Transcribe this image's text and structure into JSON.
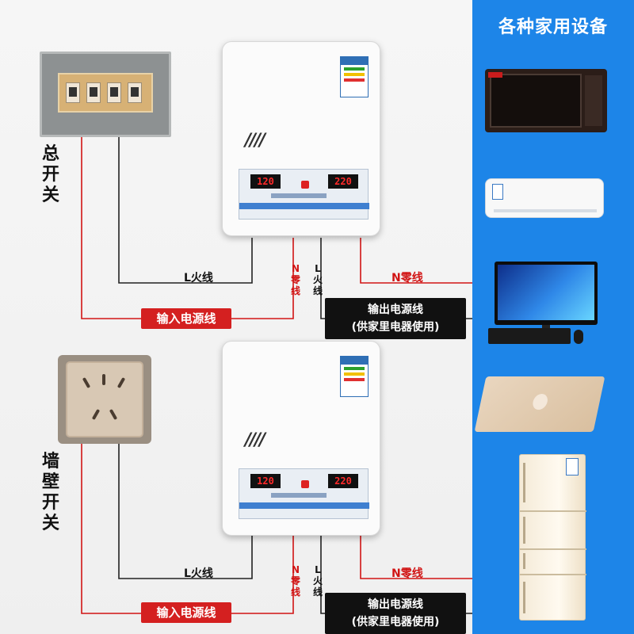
{
  "right_panel": {
    "title": "各种家用设备"
  },
  "devices": [
    {
      "icon": "microwave-icon"
    },
    {
      "icon": "air-conditioner-icon"
    },
    {
      "icon": "computer-icon"
    },
    {
      "icon": "laptop-icon"
    },
    {
      "icon": "refrigerator-icon"
    }
  ],
  "top_section": {
    "source_label": "总开关",
    "l_wire": "L火线",
    "n_wire_vertical": "N零线",
    "l_wire_vertical": "L火线",
    "n_wire_out": "N零线",
    "input_label": "输入电源线",
    "output_label_line1": "输出电源线",
    "output_label_line2": "(供家里电器使用)",
    "display_left": "120",
    "display_right": "220"
  },
  "bottom_section": {
    "source_label": "墙壁开关",
    "l_wire": "L火线",
    "n_wire_vertical": "N零线",
    "l_wire_vertical": "L火线",
    "n_wire_out": "N零线",
    "input_label": "输入电源线",
    "output_label_line1": "输出电源线",
    "output_label_line2": "(供家里电器使用)",
    "display_left": "120",
    "display_right": "220"
  },
  "colors": {
    "panel_blue": "#1d85e8",
    "live_wire": "#222222",
    "neutral_wire": "#d11414",
    "label_red": "#d42020",
    "label_black": "#111111",
    "led_red": "#ff2a2a"
  }
}
